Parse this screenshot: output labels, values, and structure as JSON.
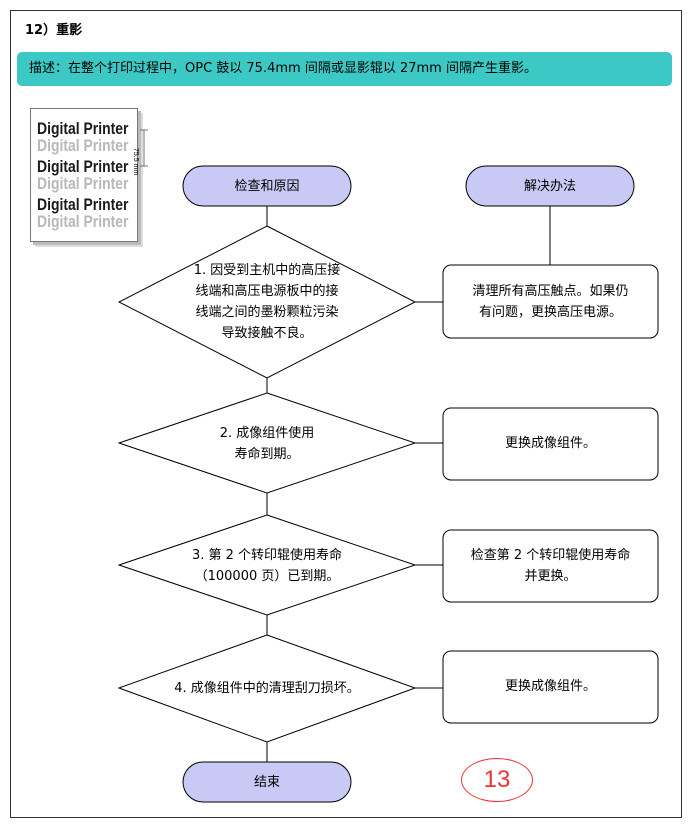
{
  "section_title": "12）重影",
  "description": "描述：在整个打印过程中，OPC 鼓以 75.4mm 间隔或显影辊以 27mm 间隔产生重影。",
  "sample": {
    "text": "Digital Printer",
    "measure_label": "75.5 mm"
  },
  "flow": {
    "start_label": "检查和原因",
    "solution_header": "解决办法",
    "end_label": "结束",
    "steps": [
      {
        "cause": "1. 因受到主机中的高压接\n线端和高压电源板中的接\n线端之间的墨粉颗粒污染\n导致接触不良。",
        "solution": "清理所有高压触点。如果仍\n有问题，更换高压电源。"
      },
      {
        "cause": "2. 成像组件使用\n寿命到期。",
        "solution": "更换成像组件。"
      },
      {
        "cause": "3. 第 2 个转印辊使用寿命\n（100000 页）已到期。",
        "solution": "检查第 2 个转印辊使用寿命\n并更换。"
      },
      {
        "cause": "4. 成像组件中的清理刮刀损坏。",
        "solution": "更换成像组件。"
      }
    ]
  },
  "page_number": "13",
  "colors": {
    "banner": "#3cc9c6",
    "pill_fill": "#c9c9f5",
    "stamp": "#e33333"
  }
}
